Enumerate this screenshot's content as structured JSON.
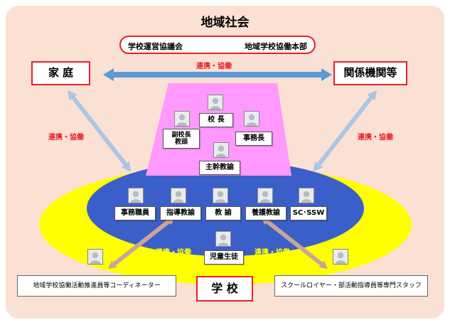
{
  "title": "地域社会",
  "council": {
    "left": "学校運営協議会",
    "right": "地域学校協働本部"
  },
  "family": "家 庭",
  "agencies": "関係機関等",
  "school": "学 校",
  "coordinator": "地域学校協働活動推進員等コーディネーター",
  "staff": "スクールロイヤー・部活動指導員等専門スタッフ",
  "links": {
    "top": "連携・協働",
    "left": "連携・協働",
    "right": "連携・協働",
    "inner_left": "連携・協働",
    "inner_right": "連携・協働"
  },
  "roles": {
    "principal": "校 長",
    "vice_line1": "副校長",
    "vice_line2": "教頭",
    "office_head": "事務長",
    "chief_teacher": "主幹教諭",
    "office_staff": "事務職員",
    "guidance_teacher": "指導教諭",
    "teacher": "教 諭",
    "nurse_teacher": "養護教諭",
    "sc_ssw": "SC･SSW",
    "students": "児童生徒"
  },
  "colors": {
    "community_bg": "#fbe0d4",
    "trapezoid": "#ff99ff",
    "ellipse_outer": "#ffff00",
    "ellipse_inner": "#3a5fc8",
    "red": "#e8202a",
    "arrow_blue": "#5b9bd5",
    "arrow_brown": "#c49a8a"
  },
  "icons": {
    "avatar": "person-icon",
    "arrow": "double-arrow-icon"
  }
}
